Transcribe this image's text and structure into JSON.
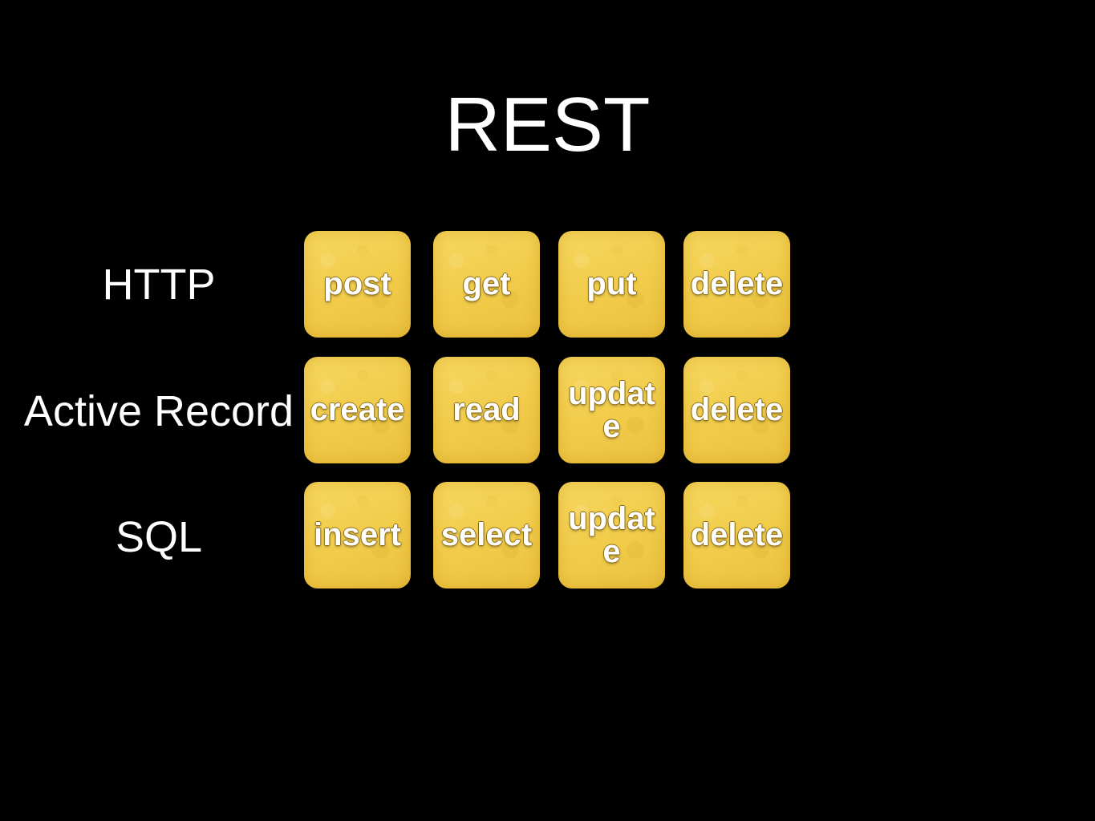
{
  "title": "REST",
  "rows": [
    {
      "label": "HTTP",
      "cells": [
        "post",
        "get",
        "put",
        "delete"
      ]
    },
    {
      "label": "Active Record",
      "cells": [
        "create",
        "read",
        "update",
        "delete"
      ]
    },
    {
      "label": "SQL",
      "cells": [
        "insert",
        "select",
        "update",
        "delete"
      ]
    }
  ],
  "colors": {
    "background": "#000000",
    "tile": "#f2cb4a",
    "text": "#ffffff"
  }
}
